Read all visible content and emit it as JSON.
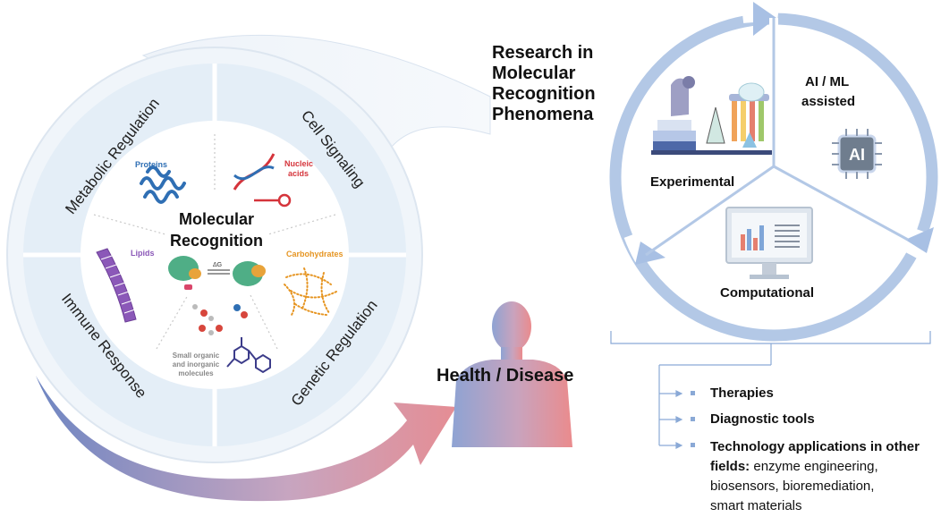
{
  "diagram": {
    "center_label": "Molecular Recognition",
    "center_label_line1": "Molecular",
    "center_label_line2": "Recognition",
    "ring_segments": [
      {
        "label": "Metabolic Regulation"
      },
      {
        "label": "Cell Signaling"
      },
      {
        "label": "Genetic Regulation"
      },
      {
        "label": "Immune Response"
      }
    ],
    "molecules": {
      "proteins": "Proteins",
      "nucleic_line1": "Nucleic",
      "nucleic_line2": "acids",
      "lipids": "Lipids",
      "carbohydrates": "Carbohydrates",
      "small_line1": "Small organic",
      "small_line2": "and inorganic",
      "small_line3": "molecules",
      "delta_g": "ΔG"
    },
    "research_heading": [
      "Research in",
      "Molecular",
      "Recognition",
      "Phenomena"
    ],
    "cycle": {
      "experimental": "Experimental",
      "ai_ml_line1": "AI / ML",
      "ai_ml_line2": "assisted",
      "ai_chip": "AI",
      "computational": "Computational"
    },
    "health_label": "Health / Disease",
    "outcomes": {
      "therapies": "Therapies",
      "diagnostic": "Diagnostic tools",
      "tech_bold_line1": "Technology applications in other",
      "tech_bold_line2": "fields:",
      "tech_rest_line2": " enzyme engineering,",
      "tech_line3": "biosensors, bioremediation,",
      "tech_line4": "smart materials"
    },
    "colors": {
      "ring_light": "#e4eef7",
      "ring_mid": "#b9cde6",
      "arrow_blue": "#9fb8df",
      "arrow_red": "#e5939a",
      "protein": "#2f6fb4",
      "nucleic": "#d5343b",
      "lipid": "#8b58b8",
      "carb": "#e69522"
    }
  }
}
